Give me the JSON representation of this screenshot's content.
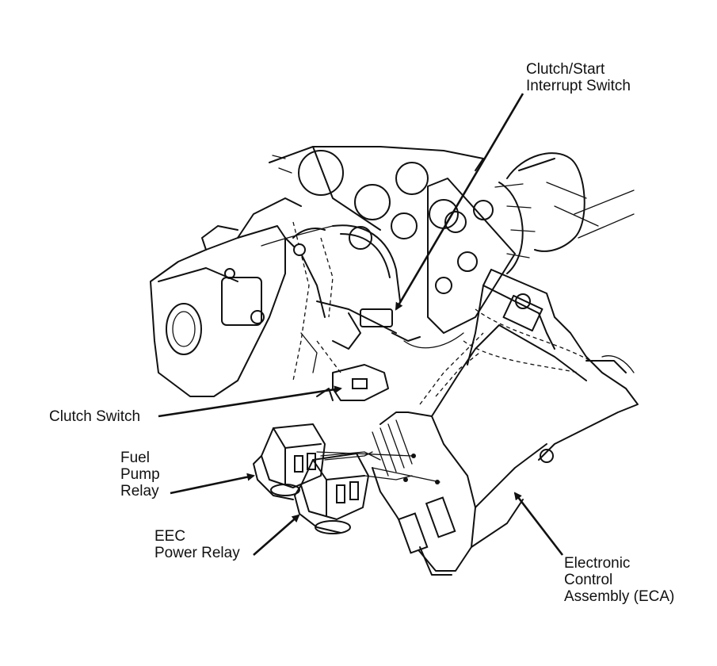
{
  "labels": {
    "clutch_start_interrupt_switch": [
      "Clutch/Start",
      "Interrupt Switch"
    ],
    "clutch_switch": [
      "Clutch Switch"
    ],
    "fuel_pump_relay": [
      "Fuel",
      "Pump",
      "Relay"
    ],
    "eec_power_relay": [
      "EEC",
      "Power Relay"
    ],
    "electronic_control_assembly": [
      "Electronic",
      "Control",
      "Assembly (ECA)"
    ]
  }
}
